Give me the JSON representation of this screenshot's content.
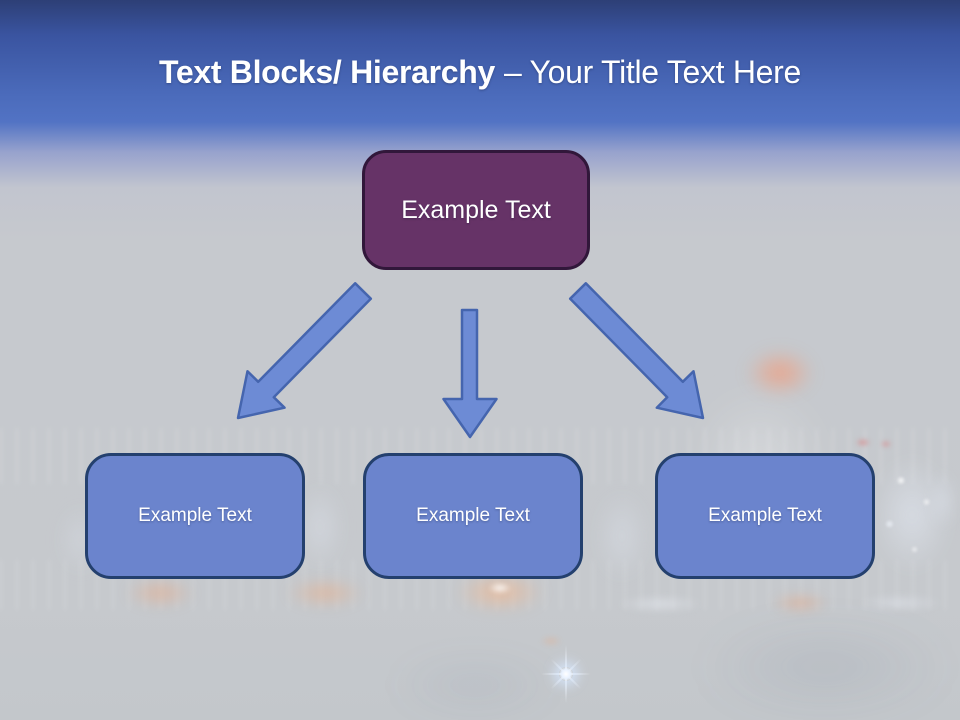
{
  "slide": {
    "title": {
      "bold": "Text Blocks/ Hierarchy",
      "regular": "– Your Title Text Here"
    },
    "hierarchy": {
      "root_label": "Example Text",
      "children": [
        {
          "label": "Example Text"
        },
        {
          "label": "Example Text"
        },
        {
          "label": "Example Text"
        }
      ]
    },
    "colors": {
      "title-text": "#ffffff",
      "root-fill": "#663367",
      "root-border": "#31173a",
      "child-fill": "#6b84cd",
      "child-border": "#24406e",
      "arrow-fill": "#6d8bd5",
      "arrow-border": "#4565ae",
      "band-top": "#2d3f76",
      "band-bright": "#5273c4",
      "haze": "#c6c9ce"
    }
  }
}
